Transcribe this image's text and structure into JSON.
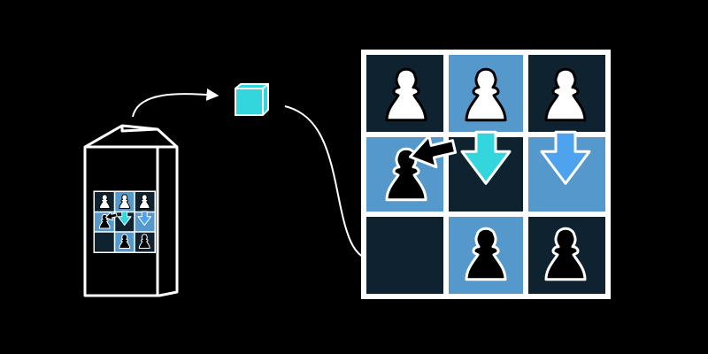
{
  "colors": {
    "background": "#000000",
    "outline": "#ffffff",
    "dark_square": "#0f2230",
    "light_square": "#5599cc",
    "cyan": "#33d6dc",
    "blue": "#4da3ee",
    "black_piece": "#000000",
    "white_piece": "#ffffff"
  },
  "board": {
    "rows": 3,
    "cols": 3,
    "squares": [
      [
        "dark",
        "light",
        "dark"
      ],
      [
        "light",
        "dark",
        "light"
      ],
      [
        "dark",
        "light",
        "dark"
      ]
    ],
    "pieces": [
      {
        "row": 0,
        "col": 0,
        "color": "white",
        "kind": "pawn"
      },
      {
        "row": 0,
        "col": 1,
        "color": "white",
        "kind": "pawn"
      },
      {
        "row": 0,
        "col": 2,
        "color": "white",
        "kind": "pawn"
      },
      {
        "row": 1,
        "col": 0,
        "color": "black",
        "kind": "pawn"
      },
      {
        "row": 2,
        "col": 1,
        "color": "black",
        "kind": "pawn"
      },
      {
        "row": 2,
        "col": 2,
        "color": "black",
        "kind": "pawn"
      }
    ],
    "moves": [
      {
        "from_row": 0,
        "from_col": 1,
        "to_row": 1,
        "to_col": 0,
        "fill": "black",
        "direction": "diagonal-down-left"
      },
      {
        "from_row": 0,
        "from_col": 1,
        "to_row": 1,
        "to_col": 1,
        "fill": "cyan",
        "direction": "down"
      },
      {
        "from_row": 0,
        "from_col": 2,
        "to_row": 1,
        "to_col": 2,
        "fill": "blue",
        "direction": "down"
      }
    ]
  },
  "icons": {
    "model": "box-prism-icon",
    "token": "cube-icon",
    "flow": "curved-arrow-icon"
  }
}
